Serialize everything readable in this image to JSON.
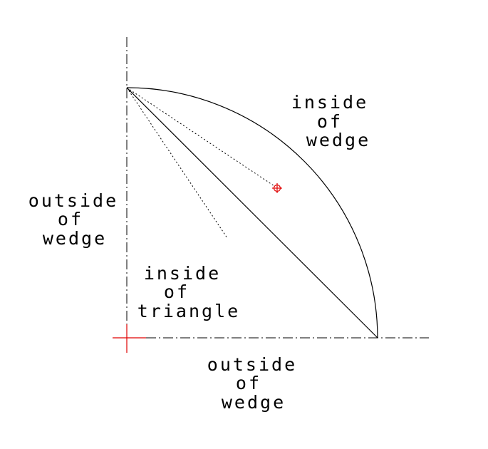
{
  "labels": {
    "inside_wedge": [
      "inside",
      "of",
      "wedge"
    ],
    "outside_wedge_left": [
      "outside",
      "of",
      "wedge"
    ],
    "inside_triangle": [
      "inside",
      "of",
      "triangle"
    ],
    "outside_wedge_bottom": [
      "outside",
      "of",
      "wedge"
    ]
  },
  "colors": {
    "line": "#000000",
    "marker": "#e00000"
  }
}
